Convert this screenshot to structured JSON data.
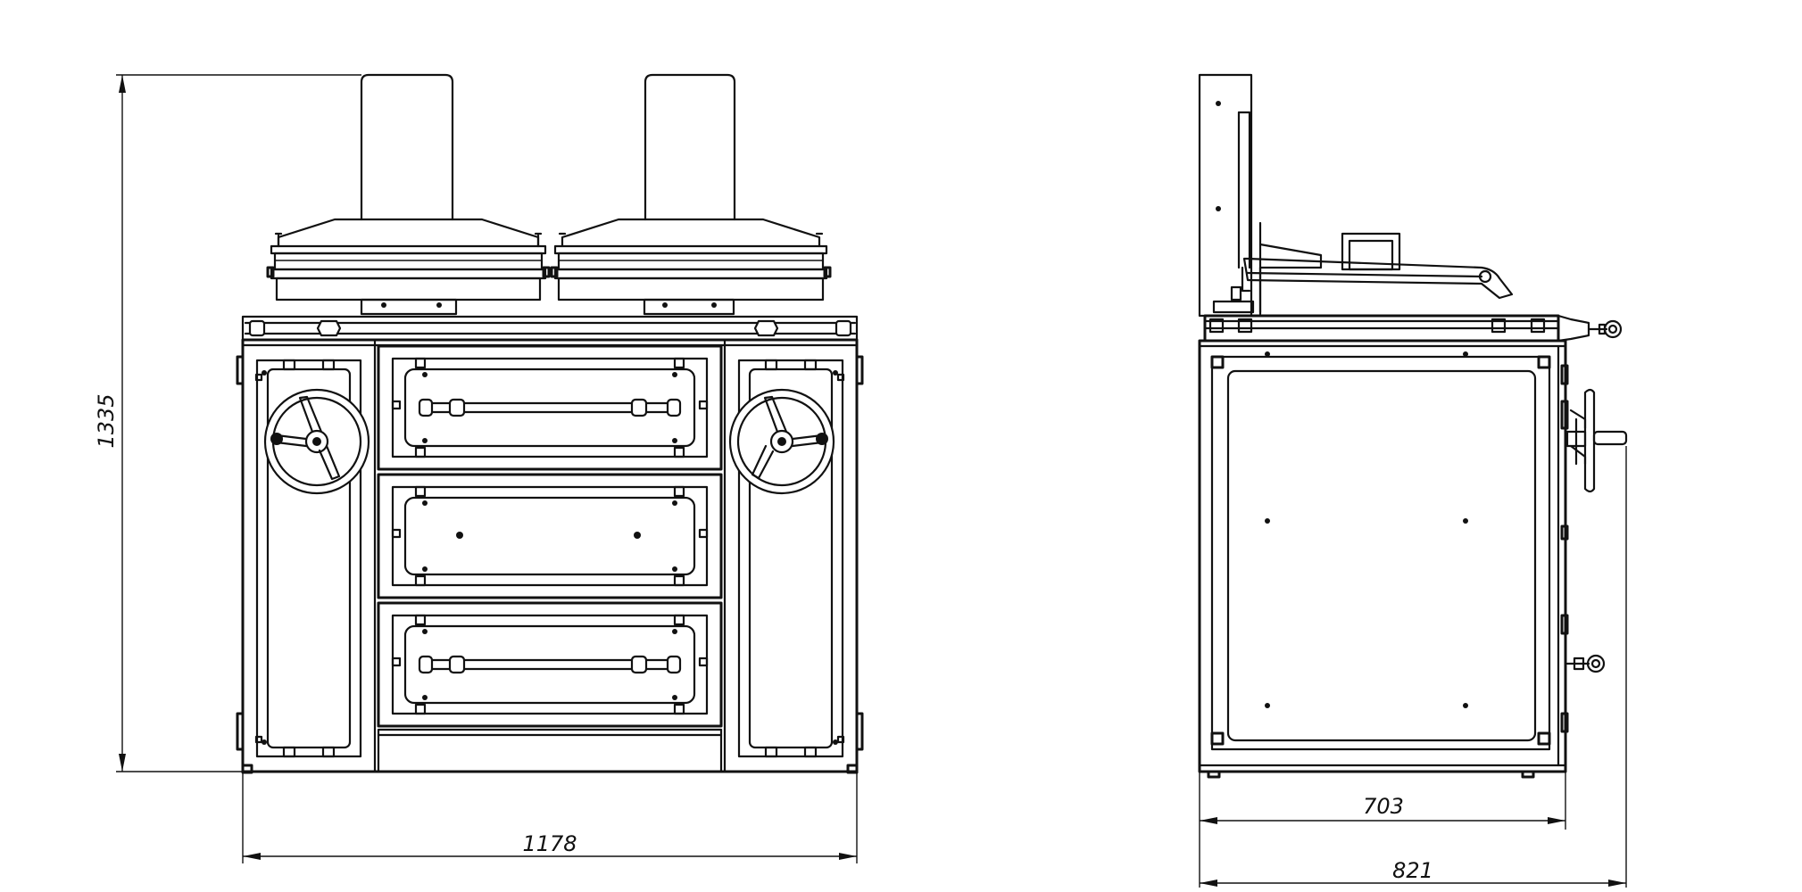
{
  "drawing": {
    "views": [
      "front-view",
      "side-view"
    ],
    "dimensions": {
      "height": "1335",
      "front_width": "1178",
      "side_depth": "703",
      "side_total_depth": "821"
    }
  },
  "colors": {
    "line": "#111111",
    "background": "#ffffff"
  }
}
